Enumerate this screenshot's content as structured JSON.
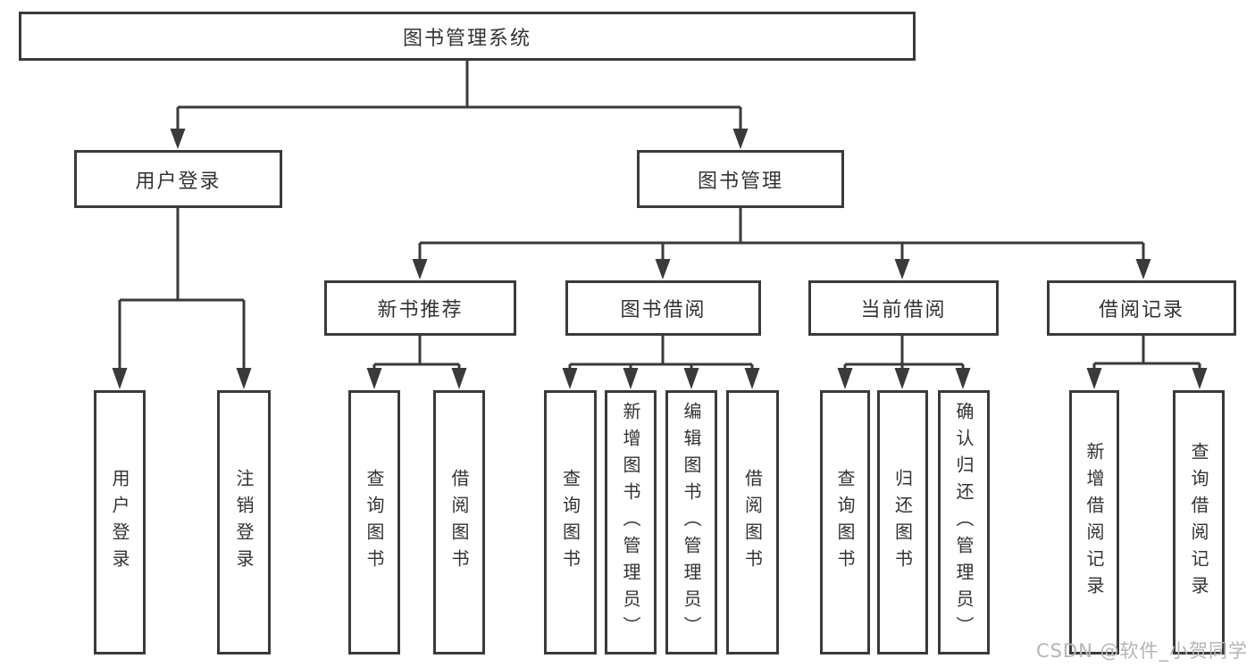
{
  "tree": {
    "root": {
      "label": "图书管理系统",
      "children": [
        {
          "label": "用户登录",
          "children": [
            {
              "label": "用户登录"
            },
            {
              "label": "注销登录"
            }
          ]
        },
        {
          "label": "图书管理",
          "children": [
            {
              "label": "新书推荐",
              "children": [
                {
                  "label": "查询图书"
                },
                {
                  "label": "借阅图书"
                }
              ]
            },
            {
              "label": "图书借阅",
              "children": [
                {
                  "label": "查询图书"
                },
                {
                  "label": "新增图书（管理员）"
                },
                {
                  "label": "编辑图书（管理员）"
                },
                {
                  "label": "借阅图书"
                }
              ]
            },
            {
              "label": "当前借阅",
              "children": [
                {
                  "label": "查询图书"
                },
                {
                  "label": "归还图书"
                },
                {
                  "label": "确认归还（管理员）"
                }
              ]
            },
            {
              "label": "借阅记录",
              "children": [
                {
                  "label": "新增借阅记录"
                },
                {
                  "label": "查询借阅记录"
                }
              ]
            }
          ]
        }
      ]
    }
  },
  "watermark": "CSDN @软件_小贺同学",
  "colors": {
    "line": "#3a3a3a",
    "text": "#333333",
    "background": "#ffffff",
    "watermark": "#b5b5b5"
  }
}
